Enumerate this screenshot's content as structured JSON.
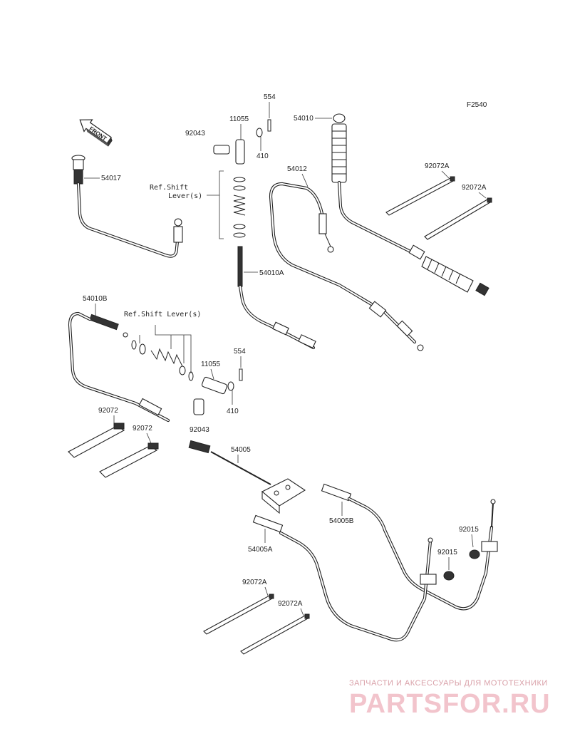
{
  "diagram_code": "F2540",
  "front_label": "FRONT",
  "labels": {
    "p554_top": "554",
    "p11055_top": "11055",
    "p92043_top": "92043",
    "p410_top": "410",
    "p54010": "54010",
    "p54017": "54017",
    "p54012": "54012",
    "p92072A_1": "92072A",
    "p92072A_2": "92072A",
    "ref_shift_1_line1": "Ref.Shift",
    "ref_shift_1_line2": "Lever(s)",
    "p54010A": "54010A",
    "p54010B": "54010B",
    "ref_shift_2": "Ref.Shift Lever(s)",
    "p554_mid": "554",
    "p11055_mid": "11055",
    "p410_mid": "410",
    "p92043_mid": "92043",
    "p92072_1": "92072",
    "p92072_2": "92072",
    "p54005": "54005",
    "p54005B": "54005B",
    "p54005A": "54005A",
    "p92015_1": "92015",
    "p92015_2": "92015",
    "p92072A_3": "92072A",
    "p92072A_4": "92072A"
  },
  "watermark": {
    "tagline": "ЗАПЧАСТИ И АКСЕССУАРЫ ДЛЯ МОТОТЕХНИКИ",
    "brand": "PARTSFOR.RU"
  }
}
